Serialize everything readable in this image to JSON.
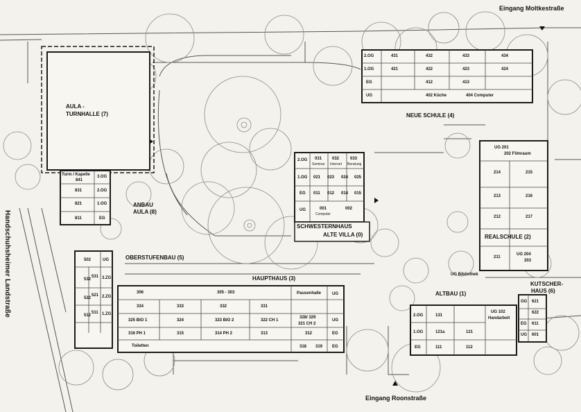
{
  "entrances": {
    "moltke": "Eingang Moltkestraße",
    "roon": "Eingang Roonstraße"
  },
  "street": "Handschuhsheimer Landstraße",
  "buildings": {
    "aula": {
      "name": "AULA -",
      "name2": "TURNHALLE (7)"
    },
    "anbau": {
      "name": "ANBAU",
      "name2": "AULA (8)",
      "tower": "Turm / Kapelle",
      "rooms": [
        "841",
        "831",
        "821",
        "811"
      ],
      "floors": [
        "3.OG",
        "2.OG",
        "1.OG",
        "EG"
      ]
    },
    "neue_schule": {
      "name": "NEUE SCHULE (4)",
      "floors": [
        "2.OG",
        "1.OG",
        "EG",
        "UG"
      ],
      "row2og": [
        "431",
        "432",
        "433",
        "434"
      ],
      "row1og": [
        "421",
        "422",
        "423",
        "424"
      ],
      "rowEG": [
        "412",
        "413"
      ],
      "rowUG": [
        "402 Küche",
        "404 Computer"
      ]
    },
    "schwesternhaus": {
      "name": "SCHWESTERNHAUS",
      "name2": "ALTE VILLA (0)",
      "floors": [
        "2.OG",
        "1.OG",
        "EG",
        "UG"
      ],
      "row2og": [
        "031",
        "032",
        "033"
      ],
      "row2og_sub": [
        "Seminar",
        "Internet",
        "Beratung"
      ],
      "row1og": [
        "021",
        "023",
        "024",
        "025"
      ],
      "rowEG": [
        "011",
        "012",
        "014",
        "015"
      ],
      "rowUG": [
        "001",
        "002"
      ],
      "rowUG_sub": "Computer"
    },
    "realschule": {
      "name": "REALSCHULE (2)",
      "ug_top": "UG  201",
      "film": "202 Filmraum",
      "rooms": [
        "214",
        "215",
        "213",
        "216",
        "212",
        "217",
        "211"
      ],
      "ug204": "UG 204",
      "r203": "203",
      "bib": "UG Bibliothek"
    },
    "oberstufenbau": {
      "name": "OBERSTUFENBAU (5)",
      "rooms": [
        "502",
        "532",
        "531",
        "522",
        "521",
        "512",
        "511"
      ],
      "floors": [
        "UG",
        "3.ZG",
        "2.ZG",
        "1.ZG"
      ]
    },
    "haupthaus": {
      "name": "HAUPTHAUS (3)",
      "rows": [
        [
          "306",
          "305 - 303",
          "Pausenhalle"
        ],
        [
          "334",
          "333",
          "332",
          "331"
        ],
        [
          "325 BIO 1",
          "324",
          "323 BIO 2",
          "322 CH 1",
          "328/ 329",
          "321 CH 2"
        ],
        [
          "316 PH 1",
          "315",
          "314 PH 2",
          "313",
          "312"
        ],
        [
          "Toiletten",
          "318",
          "319"
        ]
      ],
      "floors": [
        "UG",
        "UG",
        "EG",
        "EG"
      ]
    },
    "altbau": {
      "name": "ALTBAU (1)",
      "floors": [
        "2.OG",
        "1.OG",
        "EG"
      ],
      "rooms": [
        "131",
        "121a",
        "121",
        "111",
        "112"
      ],
      "ug102": "UG 102",
      "handarbeit": "Handarbeit"
    },
    "kutscherhaus": {
      "name": "KUTSCHER-",
      "name2": "HAUS (6)",
      "floors": [
        "OG",
        "EG",
        "UG"
      ],
      "rooms": [
        "621",
        "622",
        "611",
        "601"
      ]
    }
  },
  "colors": {
    "background": "#f3f2ec",
    "line": "#1a1a1a",
    "tree": "#8a8a8a"
  }
}
